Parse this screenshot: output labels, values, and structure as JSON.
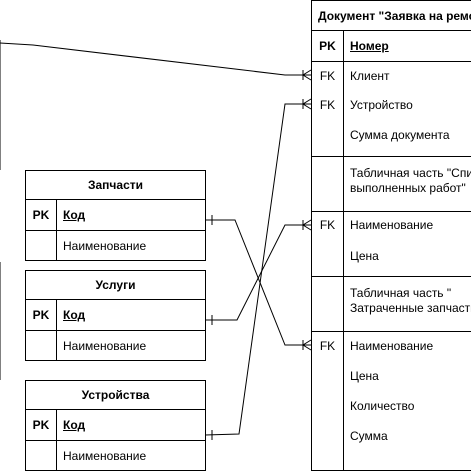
{
  "document": {
    "title": "Документ \"Заявка на ремо",
    "pk_label": "PK",
    "pk_field": "Номер",
    "fk_label": "FK",
    "client": "Клиент",
    "device": "Устройство",
    "sum": "Сумма документа",
    "tp1_line1": "Табличная часть \"Спи",
    "tp1_line2": "выполненных работ\"",
    "tp1_name": "Наименование",
    "tp1_price": "Цена",
    "tp2_line1": "Табличная часть \"",
    "tp2_line2": "Затраченные запчасти",
    "tp2_name": "Наименование",
    "tp2_price": "Цена",
    "tp2_qty": "Количество",
    "tp2_sum": "Сумма"
  },
  "entities": [
    {
      "title": "Запчасти",
      "pk": "PK",
      "key_field": "Код",
      "name_field": "Наименование"
    },
    {
      "title": "Услуги",
      "pk": "PK",
      "key_field": "Код",
      "name_field": "Наименование"
    },
    {
      "title": "Устройства",
      "pk": "PK",
      "key_field": "Код",
      "name_field": "Наименование"
    }
  ]
}
